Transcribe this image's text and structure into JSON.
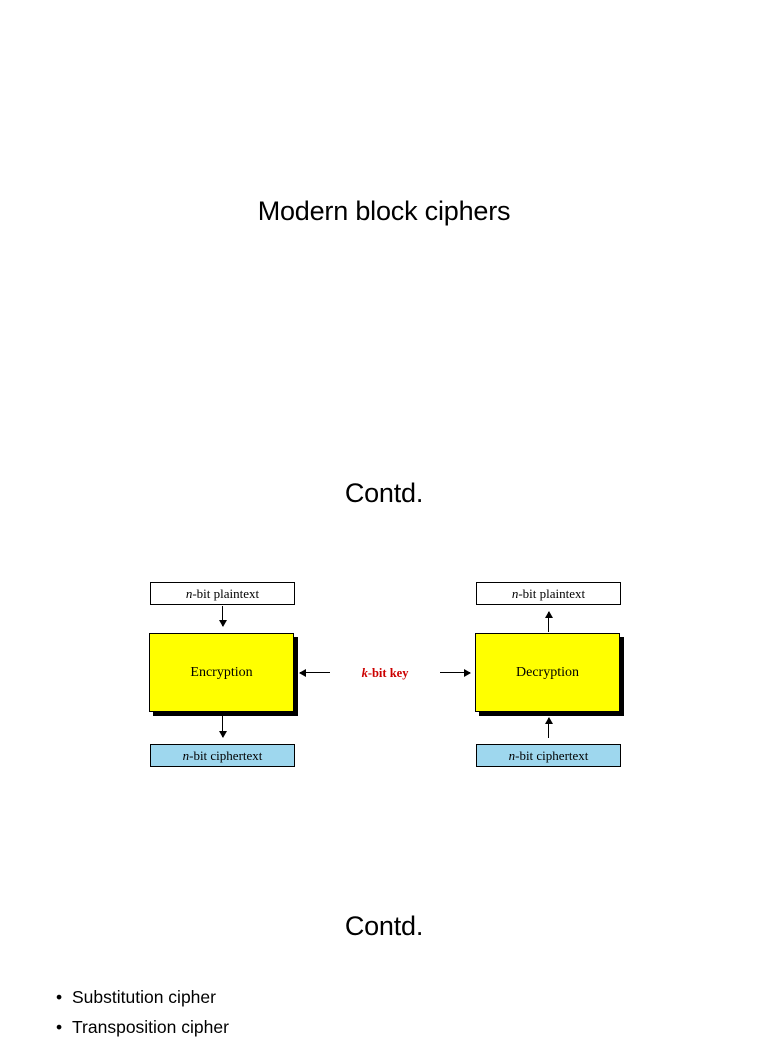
{
  "slides": [
    {
      "title": "Modern block ciphers"
    },
    {
      "title": "Contd."
    },
    {
      "title": "Contd."
    }
  ],
  "diagram": {
    "left_group": {
      "plaintext_label_italic": "n",
      "plaintext_label_rest": "-bit plaintext",
      "operation_label": "Encryption",
      "ciphertext_label_italic": "n",
      "ciphertext_label_rest": "-bit ciphertext"
    },
    "right_group": {
      "plaintext_label_italic": "n",
      "plaintext_label_rest": "-bit plaintext",
      "operation_label": "Decryption",
      "ciphertext_label_italic": "n",
      "ciphertext_label_rest": "-bit ciphertext"
    },
    "key": {
      "label_italic": "k",
      "label_rest": "-bit key",
      "color": "#cc0000"
    },
    "colors": {
      "operation_fill": "#ffff00",
      "ciphertext_fill": "#9ed7ee",
      "plaintext_fill": "#ffffff",
      "stroke": "#000000"
    }
  },
  "bullets": [
    {
      "marker": "•",
      "text": "Substitution cipher"
    },
    {
      "marker": "•",
      "text": "Transposition cipher"
    }
  ]
}
